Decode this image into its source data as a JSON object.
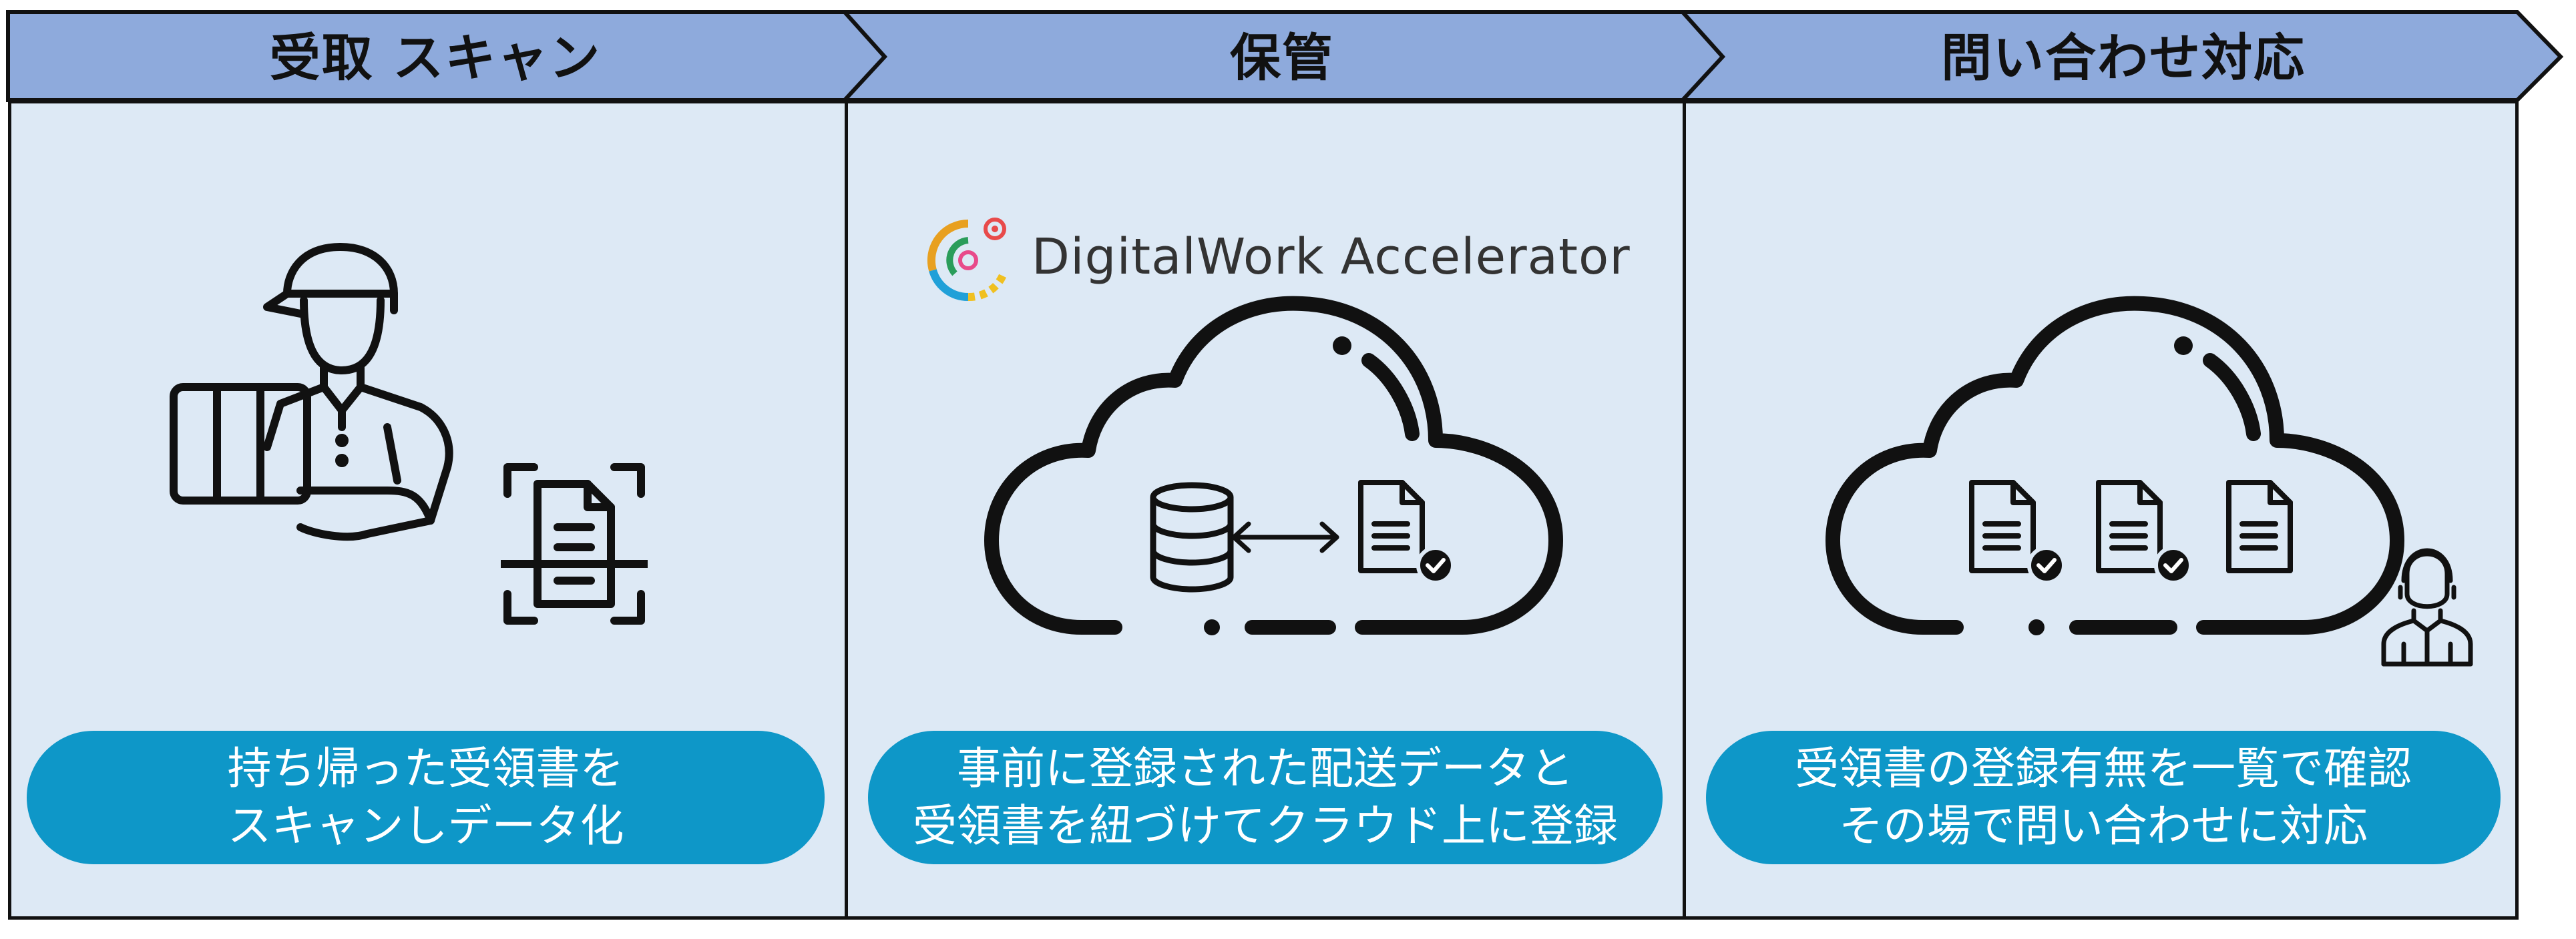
{
  "steps": [
    {
      "title": "受取 スキャン",
      "desc_line1": "持ち帰った受領書を",
      "desc_line2": "スキャンしデータ化"
    },
    {
      "title": "保管",
      "desc_line1": "事前に登録された配送データと",
      "desc_line2": "受領書を紐づけてクラウド上に登録"
    },
    {
      "title": "問い合わせ対応",
      "desc_line1": "受領書の登録有無を一覧で確認",
      "desc_line2": "その場で問い合わせに対応"
    }
  ],
  "logo": {
    "text": "DigitalWork Accelerator"
  },
  "colors": {
    "header": "#8eaadc",
    "panel": "#dde9f5",
    "pill": "#0e97c8",
    "outline": "#111111"
  },
  "icons": [
    "delivery-person-icon",
    "document-scan-icon",
    "cloud-icon",
    "database-icon",
    "bidirectional-arrow-icon",
    "document-check-icon",
    "document-icon",
    "support-person-icon",
    "logo-ring-icon"
  ]
}
